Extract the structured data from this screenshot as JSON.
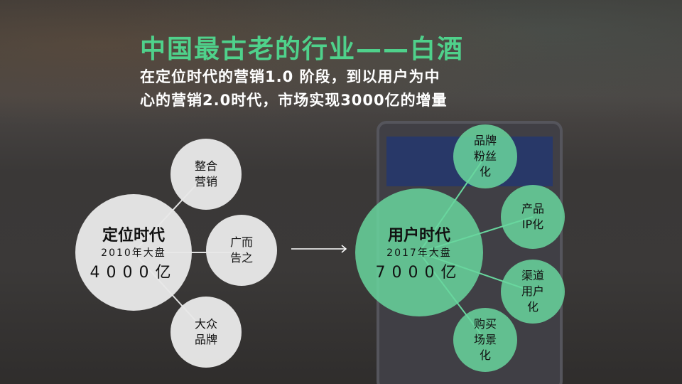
{
  "title": "中国最古老的行业——白酒",
  "subtitle": [
    "在定位时代的营销1.0 阶段，到以用户为中",
    "心的营销2.0时代，市场实现3000亿的增量"
  ],
  "left": {
    "center": {
      "title": "定位时代",
      "line1": "2010年大盘",
      "line2": "4000亿"
    },
    "nodes": [
      "整合营销",
      "广而告之",
      "大众品牌"
    ]
  },
  "right": {
    "center": {
      "title": "用户时代",
      "line1": "2017年大盘",
      "line2": "7000亿"
    },
    "nodes": [
      "品牌粉丝化",
      "产品IP化",
      "渠道用户化",
      "购买场景化"
    ]
  },
  "colors": {
    "title": "#4fd18b",
    "gray_circle": "#e8e8e8",
    "green_circle": "#68d69e"
  }
}
